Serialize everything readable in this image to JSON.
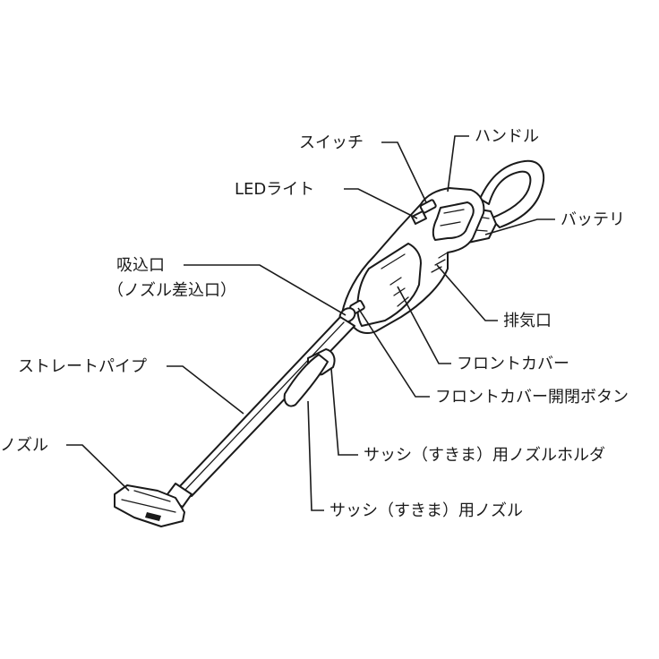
{
  "labels": {
    "switch": "スイッチ",
    "handle": "ハンドル",
    "led_light": "LEDライト",
    "battery": "バッテリ",
    "intake_line1": "吸込口",
    "intake_line2": "（ノズル差込口）",
    "exhaust": "排気口",
    "front_cover": "フロントカバー",
    "front_cover_button": "フロントカバー開閉ボタン",
    "straight_pipe": "ストレートパイプ",
    "nozzle": "ノズル",
    "sash_nozzle_holder": "サッシ（すきま）用ノズルホルダ",
    "sash_nozzle": "サッシ（すきま）用ノズル"
  }
}
